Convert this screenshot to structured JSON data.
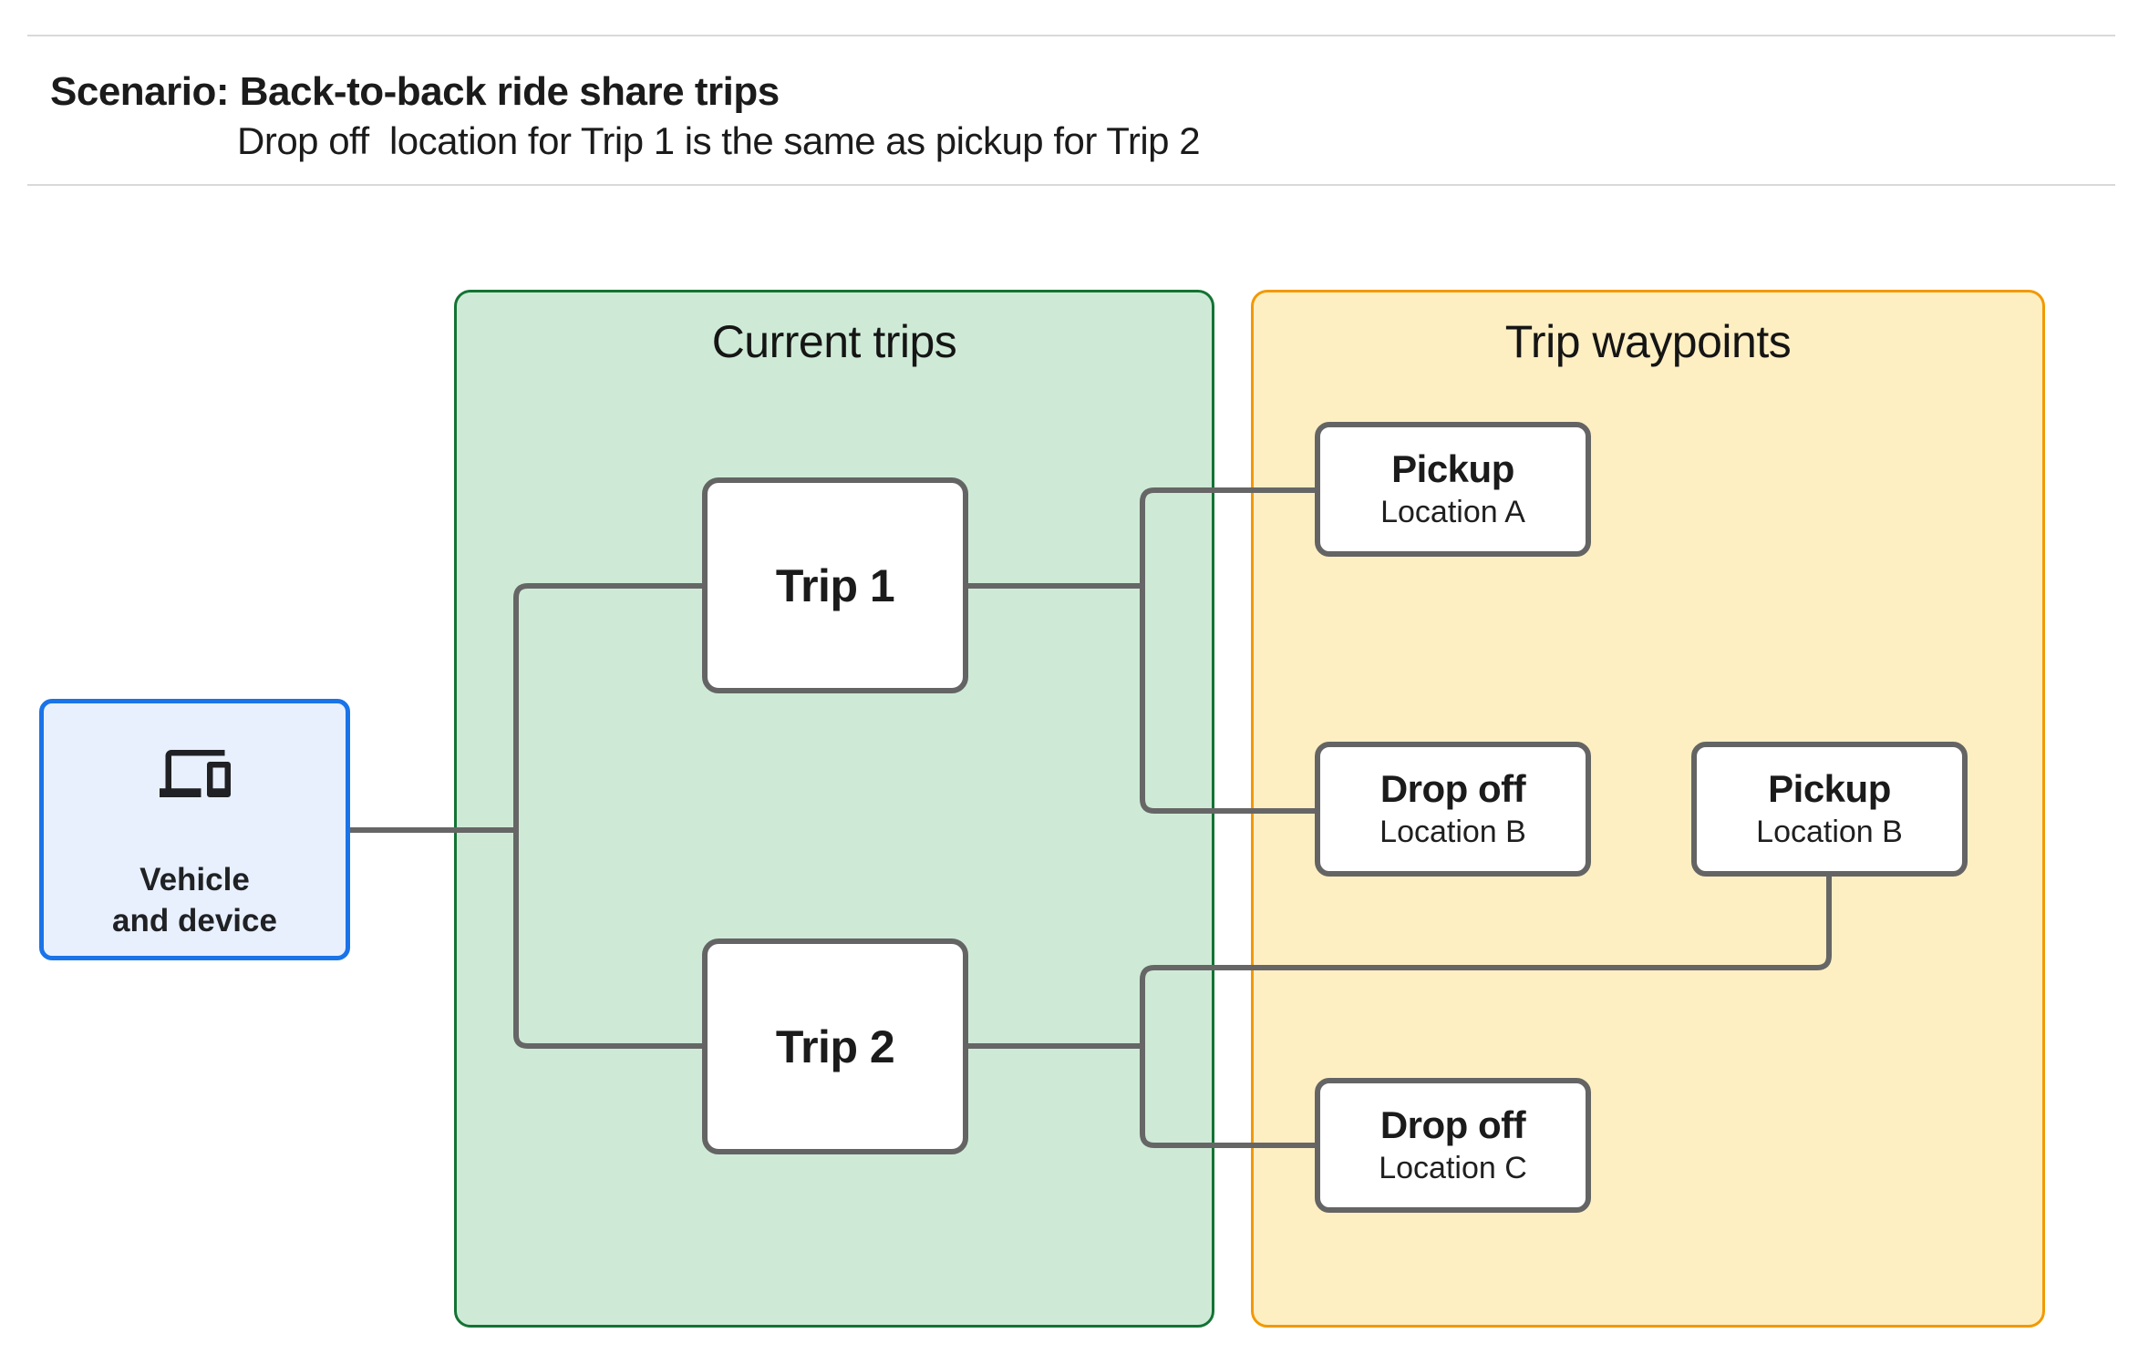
{
  "header": {
    "title": "Scenario: Back-to-back ride share trips",
    "subtitle": "Drop off  location for Trip 1 is the same as pickup for Trip 2"
  },
  "vehicle": {
    "line1": "Vehicle",
    "line2": "and device",
    "icon": "devices-icon"
  },
  "groups": {
    "current_trips": {
      "title": "Current trips"
    },
    "trip_waypoints": {
      "title": "Trip waypoints"
    }
  },
  "trips": [
    {
      "label": "Trip 1"
    },
    {
      "label": "Trip 2"
    }
  ],
  "waypoints": [
    {
      "title": "Pickup",
      "subtitle": "Location A"
    },
    {
      "title": "Drop off",
      "subtitle": "Location B"
    },
    {
      "title": "Pickup",
      "subtitle": "Location B"
    },
    {
      "title": "Drop off",
      "subtitle": "Location C"
    }
  ],
  "connections": [
    {
      "from": "vehicle-and-device",
      "to": "trip-1"
    },
    {
      "from": "vehicle-and-device",
      "to": "trip-2"
    },
    {
      "from": "trip-1",
      "to": "pickup-location-a"
    },
    {
      "from": "trip-1",
      "to": "dropoff-location-b"
    },
    {
      "from": "trip-2",
      "to": "pickup-location-b"
    },
    {
      "from": "trip-2",
      "to": "dropoff-location-c"
    }
  ],
  "colors": {
    "page_bg": "#ffffff",
    "text": "#1b1b1b",
    "divider": "#d9d9d9",
    "accent_blue": "#1a73e8",
    "blue_fill": "#e8f0fe",
    "green_border": "#137333",
    "green_fill": "#ceead6",
    "orange_border": "#f29900",
    "yellow_fill": "#feefc3",
    "connector_gray": "#666666",
    "node_border": "#646464",
    "icon_ink": "#202124"
  }
}
